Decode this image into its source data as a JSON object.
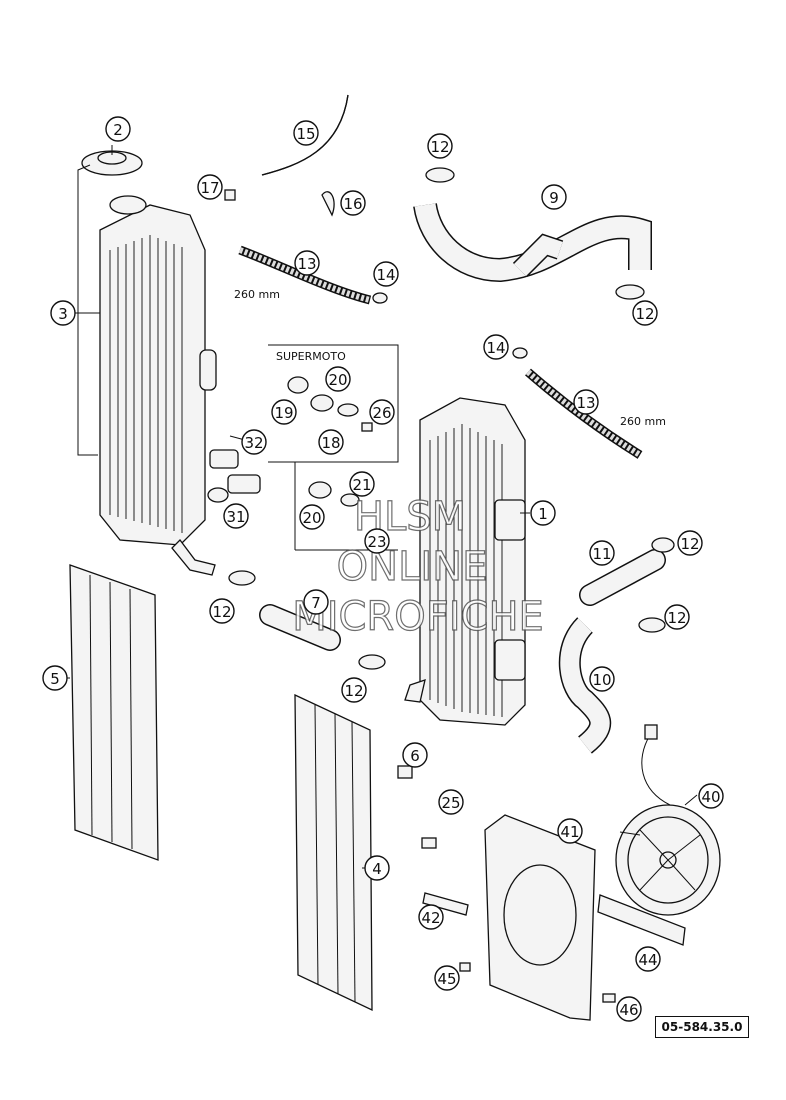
{
  "drawing_code": "05-584.35.0",
  "supermoto_label": "SUPERMOTO",
  "hose_length_left": "260 mm",
  "hose_length_right": "260 mm",
  "watermark": {
    "line1": "HLSM",
    "line2": "ONLINE",
    "line3": "MICROFICHE"
  },
  "callouts": [
    "1",
    "2",
    "3",
    "4",
    "5",
    "6",
    "7",
    "9",
    "10",
    "11",
    "12",
    "13",
    "14",
    "15",
    "16",
    "17",
    "18",
    "19",
    "20",
    "21",
    "23",
    "25",
    "26",
    "31",
    "32",
    "40",
    "41",
    "42",
    "44",
    "45",
    "46"
  ]
}
